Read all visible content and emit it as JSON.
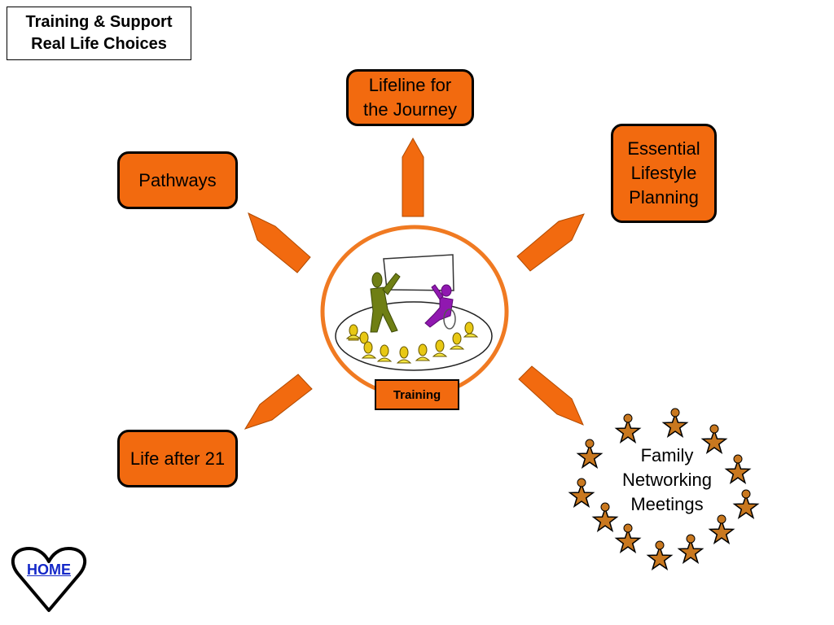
{
  "header": {
    "title_line1": "Training & Support",
    "title_line2": "Real Life Choices"
  },
  "center": {
    "label": "Training"
  },
  "nodes": {
    "lifeline": {
      "line1": "Lifeline for",
      "line2": "the Journey"
    },
    "pathways": {
      "line1": "Pathways"
    },
    "essential": {
      "line1": "Essential",
      "line2": "Lifestyle",
      "line3": "Planning"
    },
    "life_after_21": {
      "line1": "Life after 21"
    },
    "family": {
      "line1": "Family",
      "line2": "Networking",
      "line3": "Meetings"
    }
  },
  "home": {
    "label": "HOME"
  },
  "colors": {
    "node_fill": "#f26a0f",
    "ring": "#f07a22",
    "star": "#c9781f",
    "home_text": "#1428c8"
  }
}
